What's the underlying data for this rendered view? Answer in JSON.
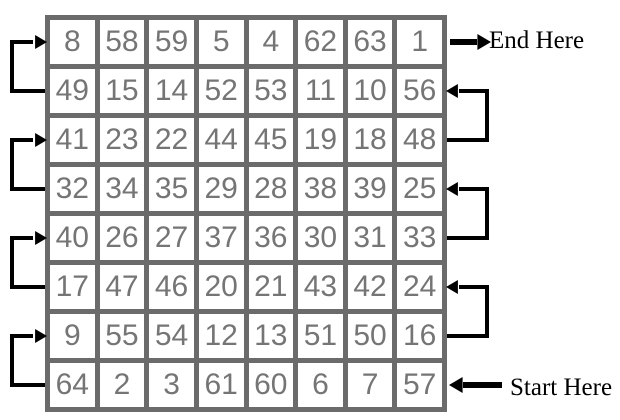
{
  "grid": {
    "rows": [
      [
        8,
        58,
        59,
        5,
        4,
        62,
        63,
        1
      ],
      [
        49,
        15,
        14,
        52,
        53,
        11,
        10,
        56
      ],
      [
        41,
        23,
        22,
        44,
        45,
        19,
        18,
        48
      ],
      [
        32,
        34,
        35,
        29,
        28,
        38,
        39,
        25
      ],
      [
        40,
        26,
        27,
        37,
        36,
        30,
        31,
        33
      ],
      [
        17,
        47,
        46,
        20,
        21,
        43,
        42,
        24
      ],
      [
        9,
        55,
        54,
        12,
        13,
        51,
        50,
        16
      ],
      [
        64,
        2,
        3,
        61,
        60,
        6,
        7,
        57
      ]
    ]
  },
  "path": {
    "start": {
      "label": "Start Here",
      "row": 8,
      "side": "right"
    },
    "end": {
      "label": "End Here",
      "row": 1,
      "side": "right"
    },
    "left_brackets": [
      {
        "from_row": 2,
        "to_row": 1
      },
      {
        "from_row": 4,
        "to_row": 3
      },
      {
        "from_row": 6,
        "to_row": 5
      },
      {
        "from_row": 8,
        "to_row": 7
      }
    ],
    "right_brackets": [
      {
        "from_row": 3,
        "to_row": 2
      },
      {
        "from_row": 5,
        "to_row": 4
      },
      {
        "from_row": 7,
        "to_row": 6
      }
    ]
  },
  "colors": {
    "grid_border": "#6b6b6b",
    "digit": "#757575",
    "arrow": "#000000",
    "cell_bg": "#ffffff",
    "page_bg": "#ffffff"
  }
}
